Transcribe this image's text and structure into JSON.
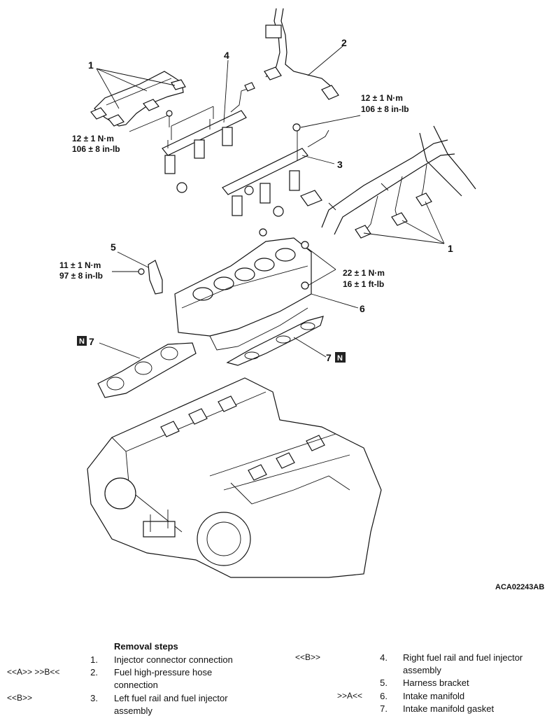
{
  "callouts": {
    "c1a": "1",
    "c4": "4",
    "c2": "2",
    "c3": "3",
    "c1b": "1",
    "c5": "5",
    "c6": "6",
    "c7a": "7",
    "c7b": "7",
    "new_mark": "N"
  },
  "torques": {
    "t1_line1": "12 ± 1 N·m",
    "t1_line2": "106 ± 8 in-lb",
    "t2_line1": "12 ± 1 N·m",
    "t2_line2": "106 ± 8 in-lb",
    "t3_line1": "11 ± 1 N·m",
    "t3_line2": "97 ± 8 in-lb",
    "t4_line1": "22 ± 1 N·m",
    "t4_line2": "16 ± 1 ft-lb"
  },
  "figure_code": "ACA02243AB",
  "removal": {
    "heading": "Removal steps",
    "steps": [
      {
        "num": "1.",
        "text": [
          "Injector connector connection"
        ],
        "ref": ""
      },
      {
        "num": "2.",
        "text": [
          "Fuel high-pressure hose",
          "connection"
        ],
        "ref": "<<A>>   >>B<<"
      },
      {
        "num": "3.",
        "text": [
          "Left fuel rail and fuel injector",
          "assembly"
        ],
        "ref": "<<B>>"
      },
      {
        "num": "4.",
        "text": [
          "Right fuel rail and fuel injector",
          "assembly"
        ],
        "ref": "<<B>>"
      },
      {
        "num": "5.",
        "text": [
          "Harness bracket"
        ],
        "ref": ""
      },
      {
        "num": "6.",
        "text": [
          "Intake manifold"
        ],
        "ref": ">>A<<"
      },
      {
        "num": "7.",
        "text": [
          "Intake manifold gasket"
        ],
        "ref": ""
      }
    ]
  }
}
